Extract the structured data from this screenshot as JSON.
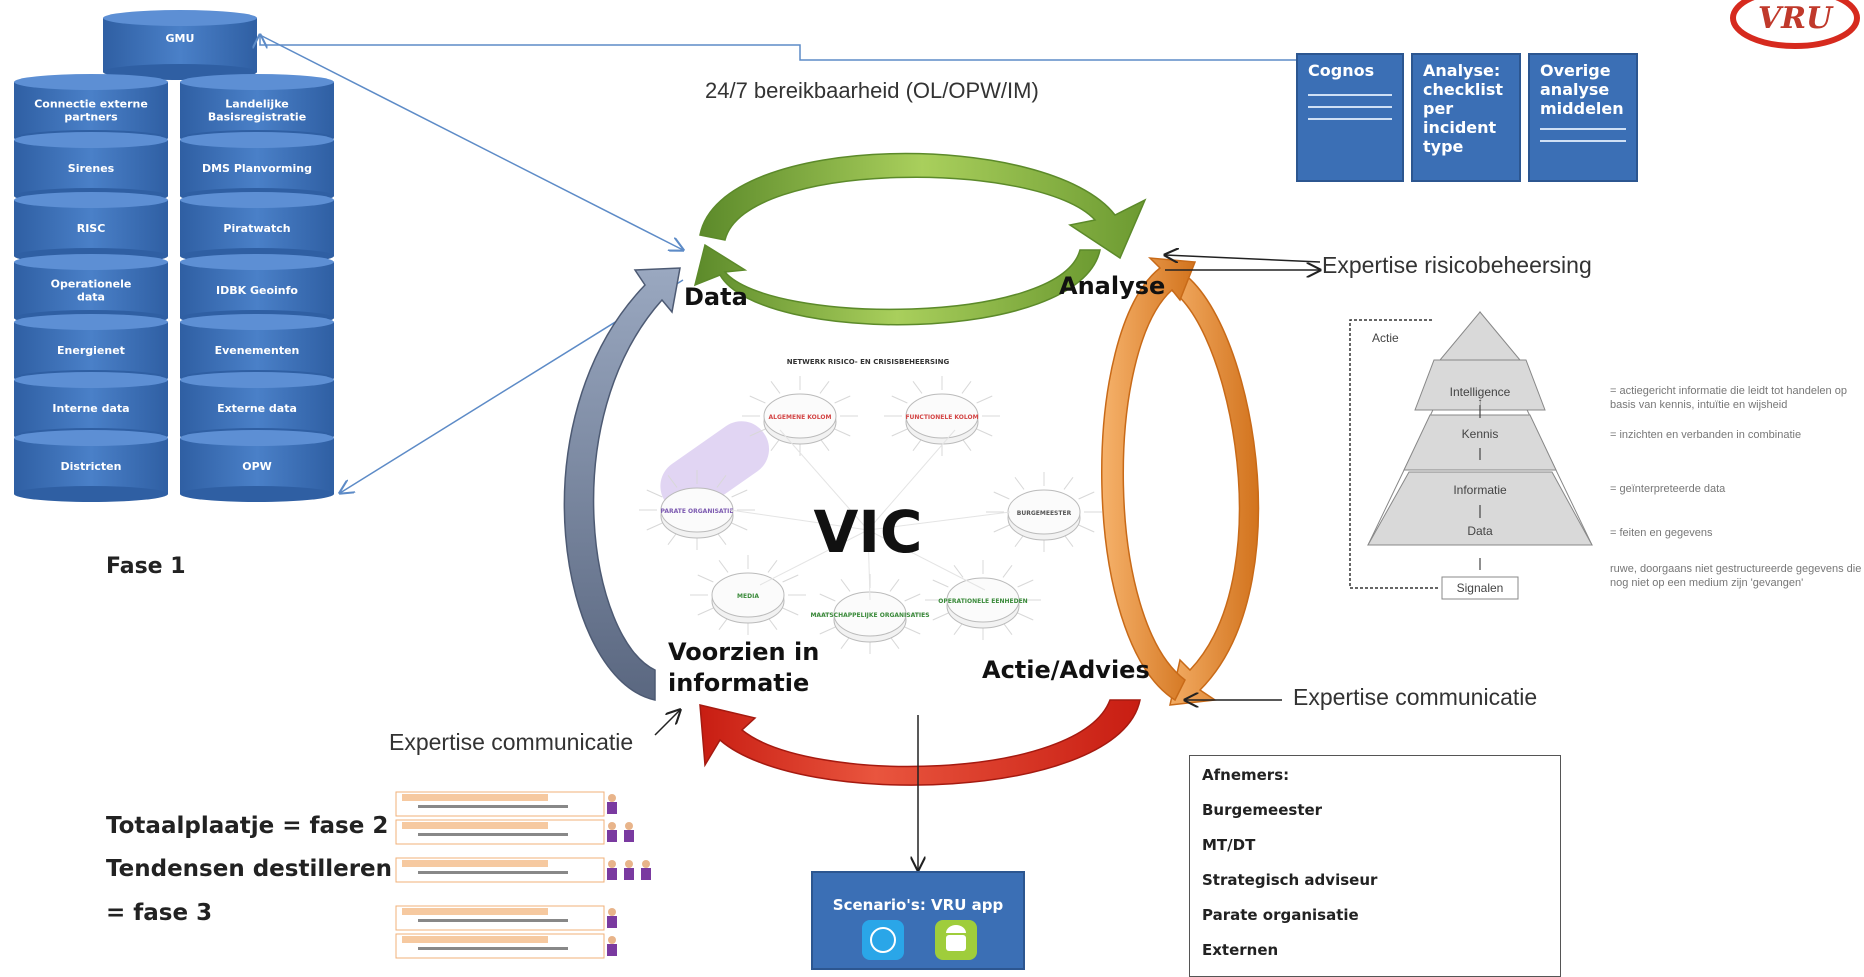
{
  "logo": {
    "text": "VRU"
  },
  "gmu": "GMU",
  "databases_left": [
    "Connectie externe partners",
    "Sirenes",
    "RISC",
    "Operationele data",
    "Energienet",
    "Interne data",
    "Districten"
  ],
  "databases_right": [
    "Landelijke Basisregistratie",
    "DMS Planvorming",
    "Piratwatch",
    "IDBK Geoinfo",
    "Evenementen",
    "Externe data",
    "OPW"
  ],
  "fase1": "Fase 1",
  "bereikbaarheid": "24/7 bereikbaarheid (OL/OPW/IM)",
  "tools": {
    "cognos": "Cognos",
    "analyse": "Analyse: checklist per incident type",
    "overige": "Overige analyse middelen"
  },
  "cycle": {
    "data": "Data",
    "analyse": "Analyse",
    "actie": "Actie/Advies",
    "voorzien": "Voorzien in informatie"
  },
  "expertise": {
    "risico": "Expertise risicobeheersing",
    "communicatie_right": "Expertise communicatie",
    "communicatie_left": "Expertise communicatie"
  },
  "network": {
    "title": "NETWERK RISICO- EN CRISISBEHEERSING",
    "center": "VIC",
    "nodes": [
      "ALGEMENE KOLOM",
      "FUNCTIONELE KOLOM",
      "BURGEMEESTER",
      "OPERATIONELE EENHEDEN",
      "MAATSCHAPPELIJKE ORGANISATIES",
      "MEDIA",
      "PARATE ORGANISATIE"
    ]
  },
  "pyramid": {
    "actie": "Actie",
    "levels": [
      "Intelligence",
      "Kennis",
      "Informatie",
      "Data",
      "Signalen"
    ],
    "notes": [
      "= actiegericht informatie die leidt tot handelen op basis van kennis, intuïtie en wijsheid",
      "= inzichten en verbanden in combinatie",
      "= geïnterpreteerde data",
      "= feiten en gegevens",
      "ruwe, doorgaans niet gestructureerde gegevens die nog niet op een medium zijn 'gevangen'"
    ]
  },
  "fase2": {
    "line1": "Totaalplaatje = fase 2",
    "line2": "Tendensen destilleren",
    "line3": "= fase 3"
  },
  "scenarios": "Scenario's: VRU app",
  "afnemers": {
    "title": "Afnemers:",
    "items": [
      "Burgemeester",
      "MT/DT",
      "Strategisch adviseur",
      "Parate organisatie",
      "Externen"
    ]
  },
  "colors": {
    "db_blue": "#3b6fb5",
    "green_arrow": "#7aa83c",
    "orange_arrow": "#e8872a",
    "red_arrow": "#d62a1e",
    "grey_arrow": "#6c7a94"
  }
}
